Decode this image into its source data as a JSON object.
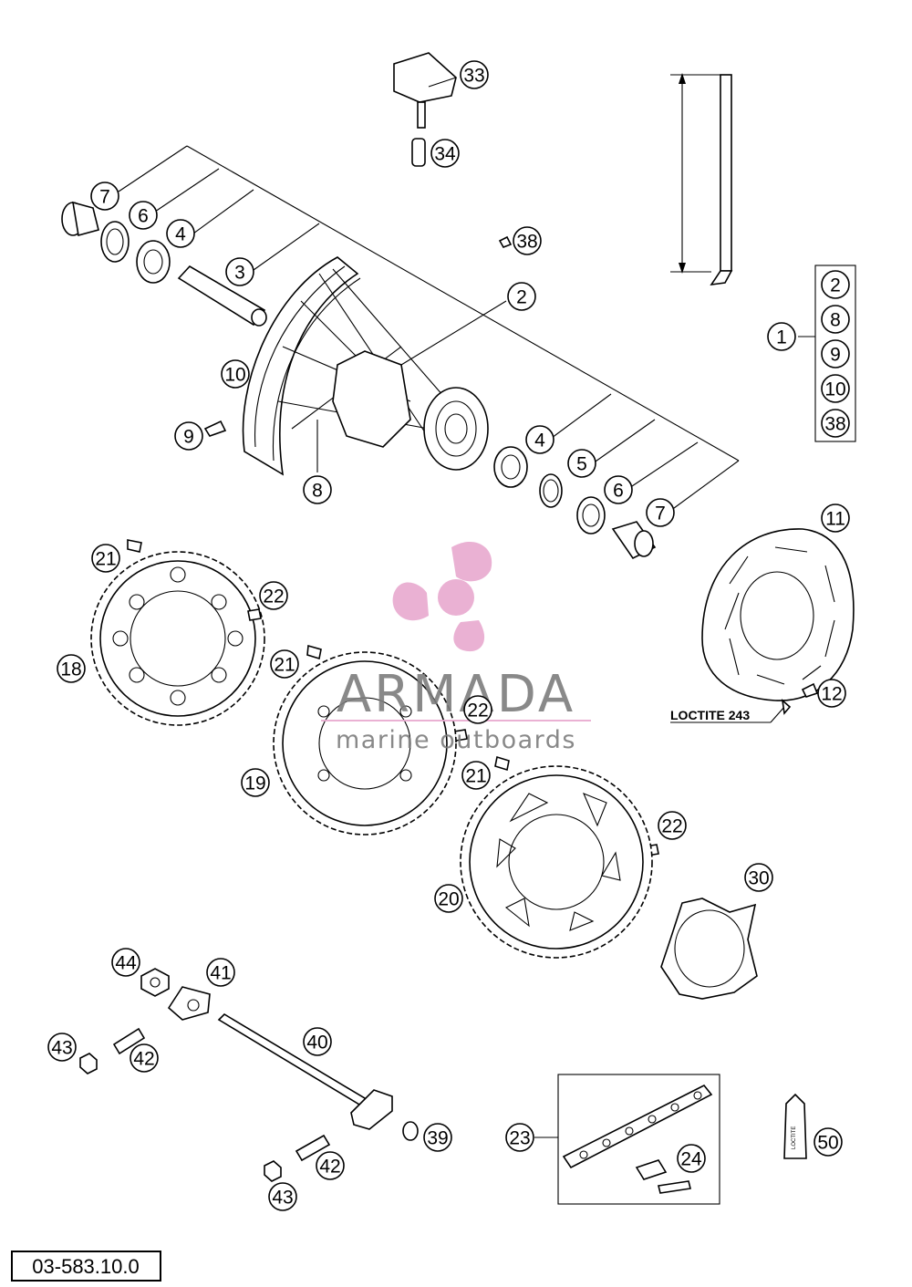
{
  "callouts": [
    {
      "id": "c33a",
      "label": "33"
    },
    {
      "id": "c34",
      "label": "34"
    },
    {
      "id": "c7a",
      "label": "7"
    },
    {
      "id": "c6a",
      "label": "6"
    },
    {
      "id": "c4a",
      "label": "4"
    },
    {
      "id": "c38a",
      "label": "38"
    },
    {
      "id": "c3",
      "label": "3"
    },
    {
      "id": "c2a",
      "label": "2"
    },
    {
      "id": "c10a",
      "label": "10"
    },
    {
      "id": "c9a",
      "label": "9"
    },
    {
      "id": "c8a",
      "label": "8"
    },
    {
      "id": "c4b",
      "label": "4"
    },
    {
      "id": "c5",
      "label": "5"
    },
    {
      "id": "c6b",
      "label": "6"
    },
    {
      "id": "c7b",
      "label": "7"
    },
    {
      "id": "c1",
      "label": "1"
    },
    {
      "id": "k2",
      "label": "2"
    },
    {
      "id": "k8",
      "label": "8"
    },
    {
      "id": "k9",
      "label": "9"
    },
    {
      "id": "k10",
      "label": "10"
    },
    {
      "id": "k38",
      "label": "38"
    },
    {
      "id": "c11",
      "label": "11"
    },
    {
      "id": "c12",
      "label": "12"
    },
    {
      "id": "c21a",
      "label": "21"
    },
    {
      "id": "c22a",
      "label": "22"
    },
    {
      "id": "c18",
      "label": "18"
    },
    {
      "id": "c21b",
      "label": "21"
    },
    {
      "id": "c22b",
      "label": "22"
    },
    {
      "id": "c21c",
      "label": "21"
    },
    {
      "id": "c19",
      "label": "19"
    },
    {
      "id": "c22c",
      "label": "22"
    },
    {
      "id": "c20",
      "label": "20"
    },
    {
      "id": "c30",
      "label": "30"
    },
    {
      "id": "c44",
      "label": "44"
    },
    {
      "id": "c41",
      "label": "41"
    },
    {
      "id": "c43a",
      "label": "43"
    },
    {
      "id": "c42a",
      "label": "42"
    },
    {
      "id": "c40",
      "label": "40"
    },
    {
      "id": "c39",
      "label": "39"
    },
    {
      "id": "c23",
      "label": "23"
    },
    {
      "id": "c24",
      "label": "24"
    },
    {
      "id": "c50",
      "label": "50"
    },
    {
      "id": "c42b",
      "label": "42"
    },
    {
      "id": "c43b",
      "label": "43"
    }
  ],
  "note": "LOCTITE 243",
  "watermark": {
    "brand": "ARMADA",
    "tagline": "marine outboards",
    "color": "#e8a9cf"
  },
  "doc_number": "03-583.10.0",
  "tube_label": "LOCTITE"
}
